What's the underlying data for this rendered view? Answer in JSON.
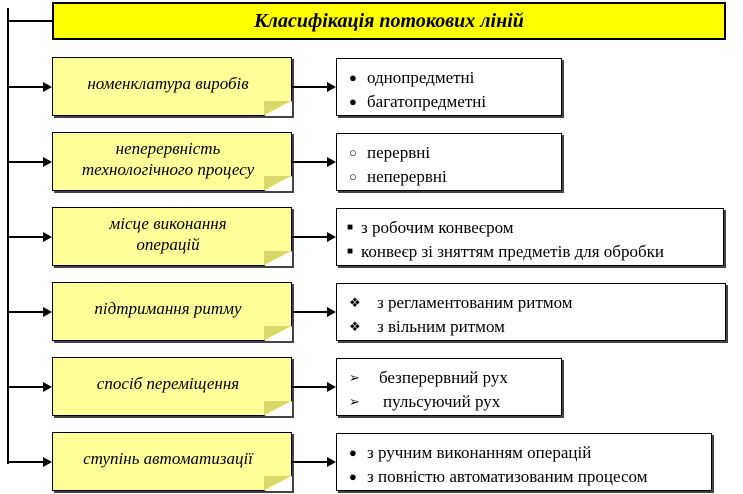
{
  "title": "Класифікація потокових ліній",
  "categories": [
    {
      "label": "номенклатура виробів",
      "bullet": "●",
      "options": [
        "однопредметні",
        "багатопредметні"
      ]
    },
    {
      "label": "неперервність\nтехнологічного процесу",
      "bullet": "○",
      "options": [
        "перервні",
        "неперервні"
      ]
    },
    {
      "label": "місце виконання\nоперацій",
      "bullet": "■",
      "options": [
        "з робочим конвеєром",
        "конвеєр зі зняттям предметів для обробки"
      ]
    },
    {
      "label": "підтримання ритму",
      "bullet": "❖",
      "options": [
        "з регламентованим ритмом",
        "з вільним ритмом"
      ]
    },
    {
      "label": "спосіб переміщення",
      "bullet": "➢",
      "options": [
        "безперервний рух",
        "пульсуючий рух"
      ]
    },
    {
      "label": "ступінь автоматизації",
      "bullet": "●",
      "options": [
        "з ручним виконанням операцій",
        "з повністю автоматизованим процесом"
      ]
    }
  ],
  "colors": {
    "title_bg": "#ffff00",
    "category_bg": "#ffff99",
    "option_bg": "#ffffff",
    "line": "#000000"
  }
}
